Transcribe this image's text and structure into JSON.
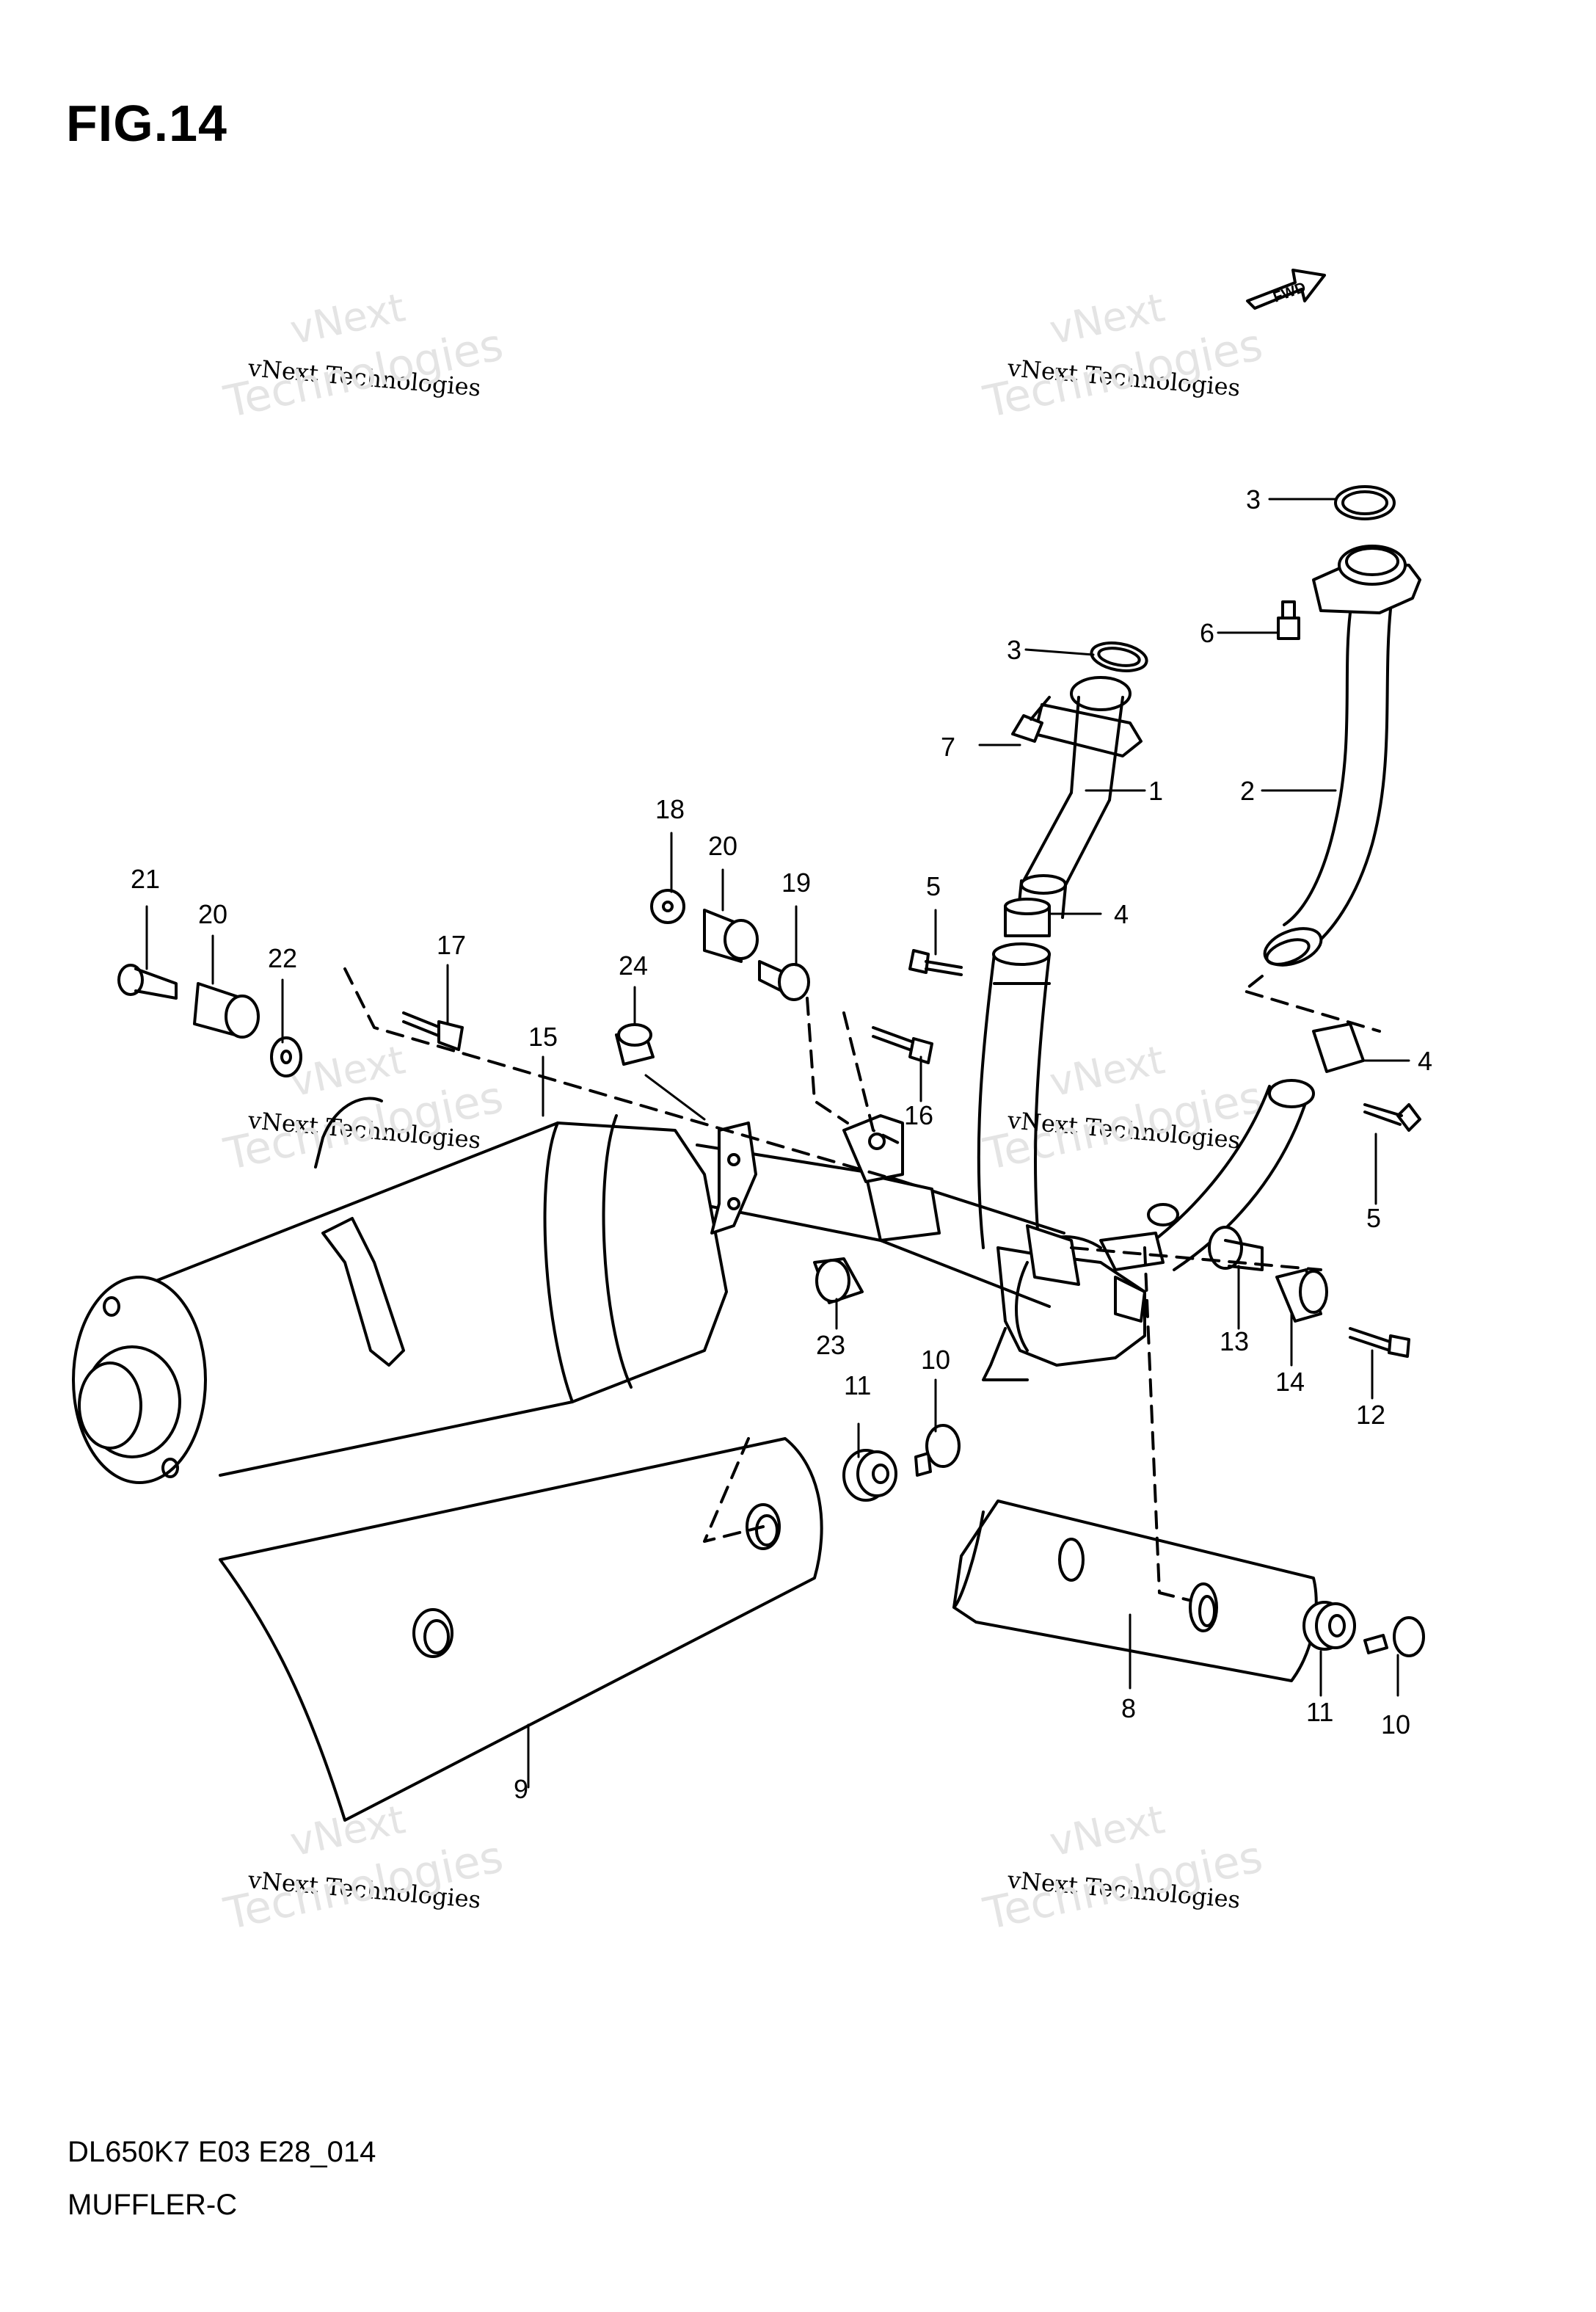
{
  "figure": {
    "title": "FIG.14",
    "footer_code": "DL650K7 E03 E28_014",
    "footer_name": "MUFFLER-C",
    "fwd_label": "FWD"
  },
  "watermarks": [
    {
      "top": "vNext",
      "mid": "vNext Technologies",
      "bot": "Technologies"
    },
    {
      "top": "vNext",
      "mid": "vNext Technologies",
      "bot": "Technologies"
    },
    {
      "top": "vNext",
      "mid": "vNext Technologies",
      "bot": "Technologies"
    },
    {
      "top": "vNext",
      "mid": "vNext Technologies",
      "bot": "Technologies"
    },
    {
      "top": "vNext",
      "mid": "vNext Technologies",
      "bot": "Technologies"
    },
    {
      "top": "vNext",
      "mid": "vNext Technologies",
      "bot": "Technologies"
    }
  ],
  "callouts": {
    "c1": "1",
    "c2": "2",
    "c3a": "3",
    "c3b": "3",
    "c4a": "4",
    "c4b": "4",
    "c5a": "5",
    "c5b": "5",
    "c6": "6",
    "c7": "7",
    "c8": "8",
    "c9": "9",
    "c10a": "10",
    "c10b": "10",
    "c11a": "11",
    "c11b": "11",
    "c12": "12",
    "c13": "13",
    "c14": "14",
    "c15": "15",
    "c16": "16",
    "c17": "17",
    "c18": "18",
    "c19": "19",
    "c20a": "20",
    "c20b": "20",
    "c21": "21",
    "c22": "22",
    "c23": "23",
    "c24": "24"
  }
}
